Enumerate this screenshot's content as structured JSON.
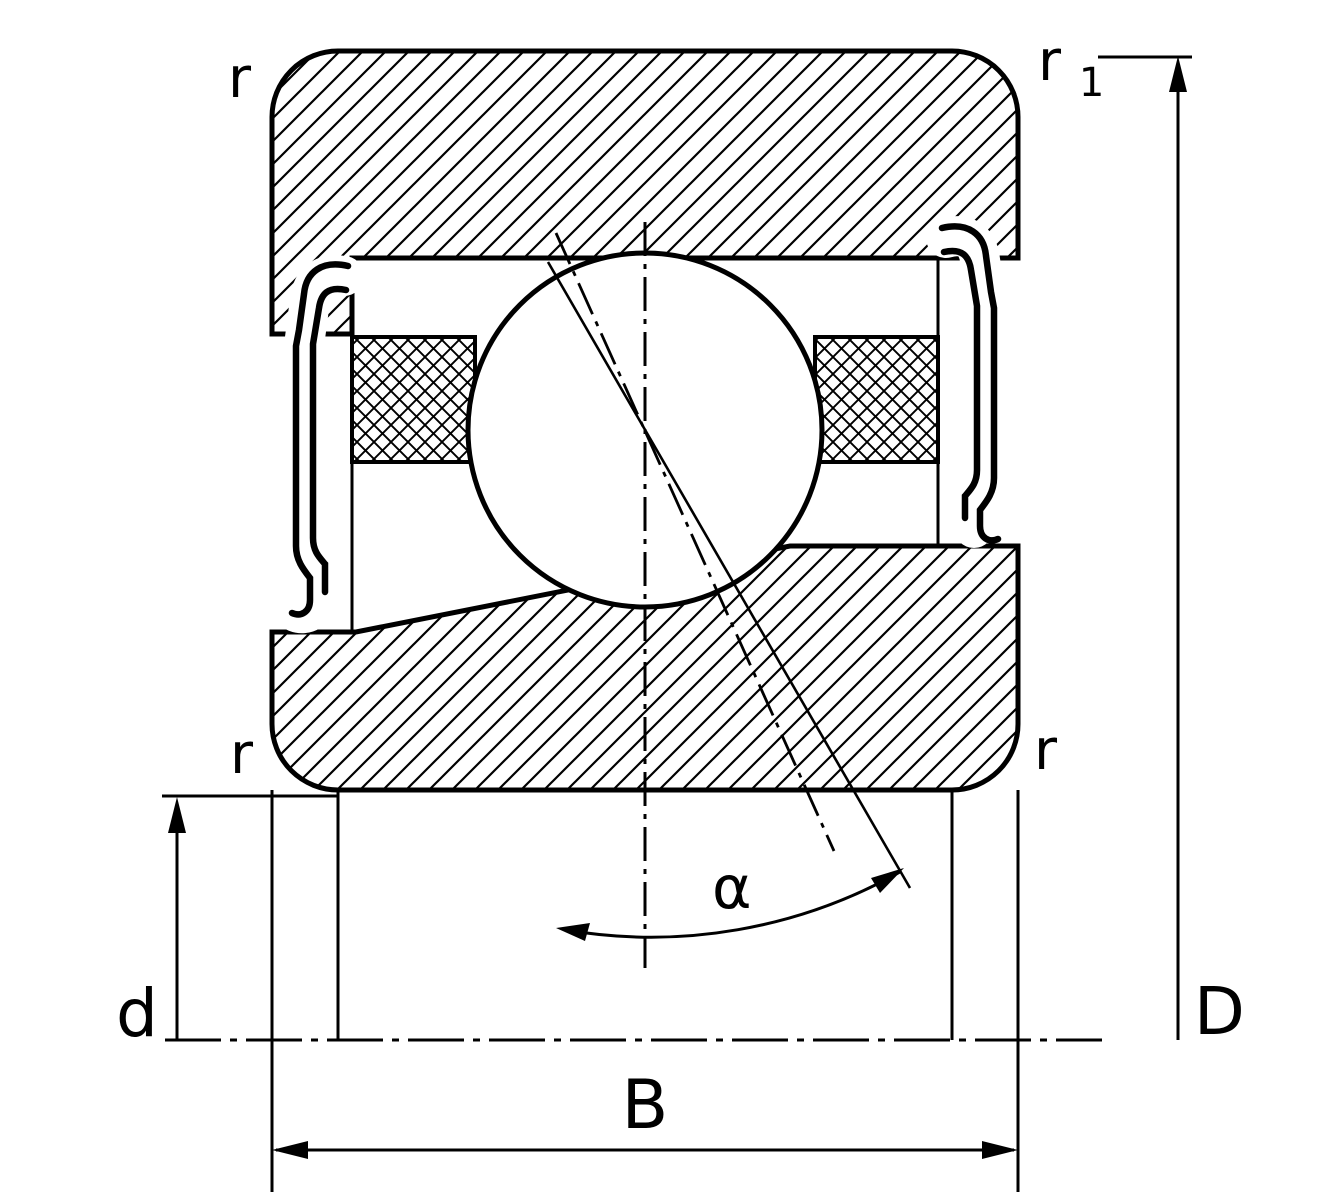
{
  "diagram": {
    "kind": "sealed-ball-bearing-cross-section",
    "colors": {
      "line": "#000000",
      "background": "#ffffff"
    },
    "labels": {
      "r_top_left": "r",
      "r1_base": "r",
      "r1_sub": "1",
      "r_bottom_left": "r",
      "r_bottom_right": "r",
      "bore_diameter": "d",
      "outer_diameter": "D",
      "width": "B",
      "contact_angle": "α"
    }
  }
}
